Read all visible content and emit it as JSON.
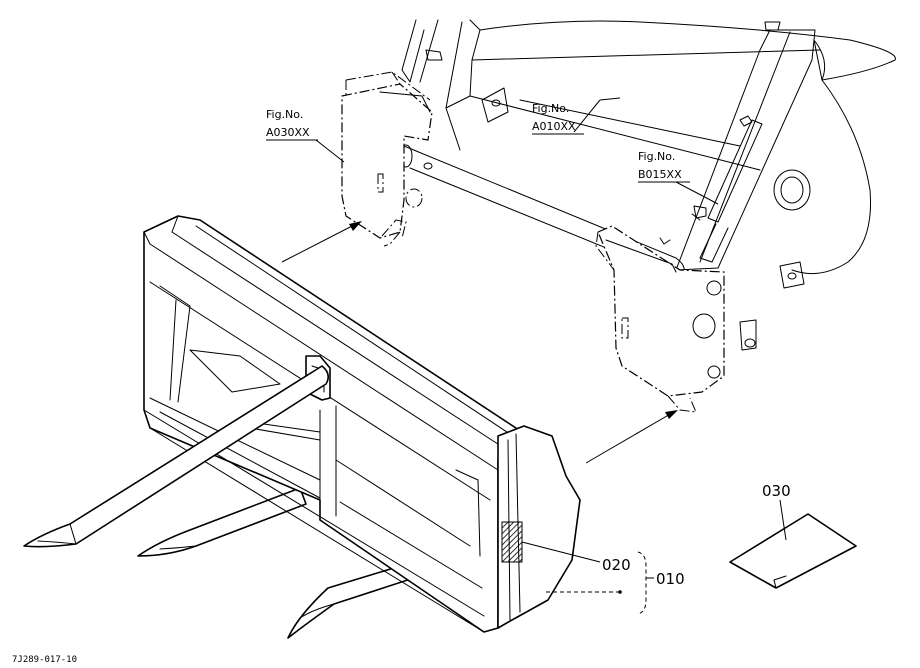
{
  "figure_refs": [
    {
      "label": "Fig.No.",
      "code": "A030XX"
    },
    {
      "label": "Fig.No.",
      "code": "A010XX"
    },
    {
      "label": "Fig.No.",
      "code": "B015XX"
    }
  ],
  "parts": [
    {
      "number": "030"
    },
    {
      "number": "020"
    },
    {
      "number": "010"
    }
  ],
  "drawing_code": "7J289-017-10"
}
